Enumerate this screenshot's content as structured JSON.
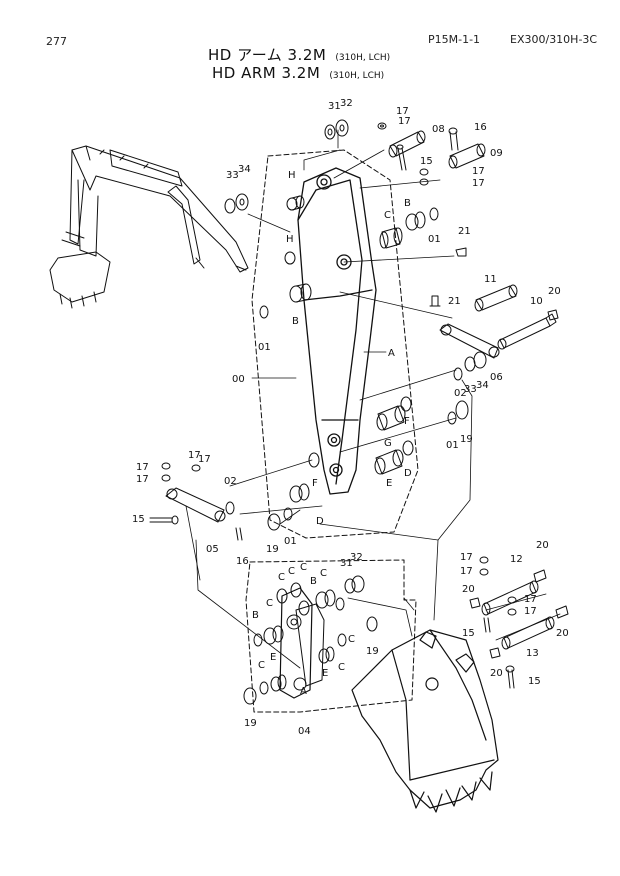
{
  "header": {
    "page_number": "277",
    "sheet_code": "P15M-1-1",
    "model_code": "EX300/310H-3C"
  },
  "title": {
    "jp_main": "HD アーム 3.2M",
    "jp_sub": "(310H, LCH)",
    "en_main": "HD ARM 3.2M",
    "en_sub": "(310H, LCH)"
  },
  "callouts": {
    "c00": "00",
    "c01": "01",
    "c02": "02",
    "c04": "04",
    "c05": "05",
    "c06": "06",
    "c08": "08",
    "c09": "09",
    "c10": "10",
    "c11": "11",
    "c12": "12",
    "c13": "13",
    "c15": "15",
    "c16": "16",
    "c17": "17",
    "c19": "19",
    "c20": "20",
    "c21": "21",
    "c31": "31",
    "c32": "32",
    "c33": "33",
    "c34": "34",
    "A": "A",
    "B": "B",
    "C": "C",
    "D": "D",
    "E": "E",
    "F": "F",
    "G": "G",
    "H": "H"
  },
  "colors": {
    "ink": "#111111",
    "paper": "#ffffff"
  }
}
